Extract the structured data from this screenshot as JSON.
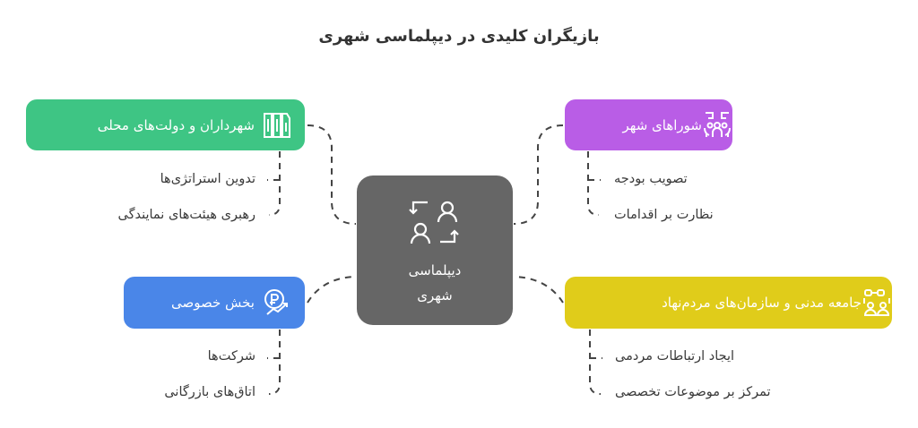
{
  "title": "بازیگران کلیدی در دیپلماسی شهری",
  "center": {
    "line1": "دیپلماسی",
    "line2": "شهری",
    "icon": "exchange-people-icon"
  },
  "nodes": {
    "mayors": {
      "label": "شهرداران و دولت‌های محلی",
      "color": "#3ec584",
      "icon": "buildings-icon",
      "items": [
        "تدوین استراتژی‌ها",
        "رهبری هیئت‌های نمایندگی"
      ]
    },
    "councils": {
      "label": "شوراهای شهر",
      "color": "#b95de6",
      "icon": "council-icon",
      "items": [
        "تصویب بودجه",
        "نظارت بر اقدامات"
      ]
    },
    "private": {
      "label": "بخش خصوصی",
      "color": "#4a86e8",
      "icon": "money-growth-icon",
      "items": [
        "شرکت‌ها",
        "اتاق‌های بازرگانی"
      ]
    },
    "civil": {
      "label": "جامعه مدنی و سازمان‌های مردم‌نهاد",
      "color": "#e0cc1a",
      "icon": "community-icon",
      "items": [
        "ایجاد ارتباطات مردمی",
        "تمرکز بر موضوعات تخصصی"
      ]
    }
  }
}
